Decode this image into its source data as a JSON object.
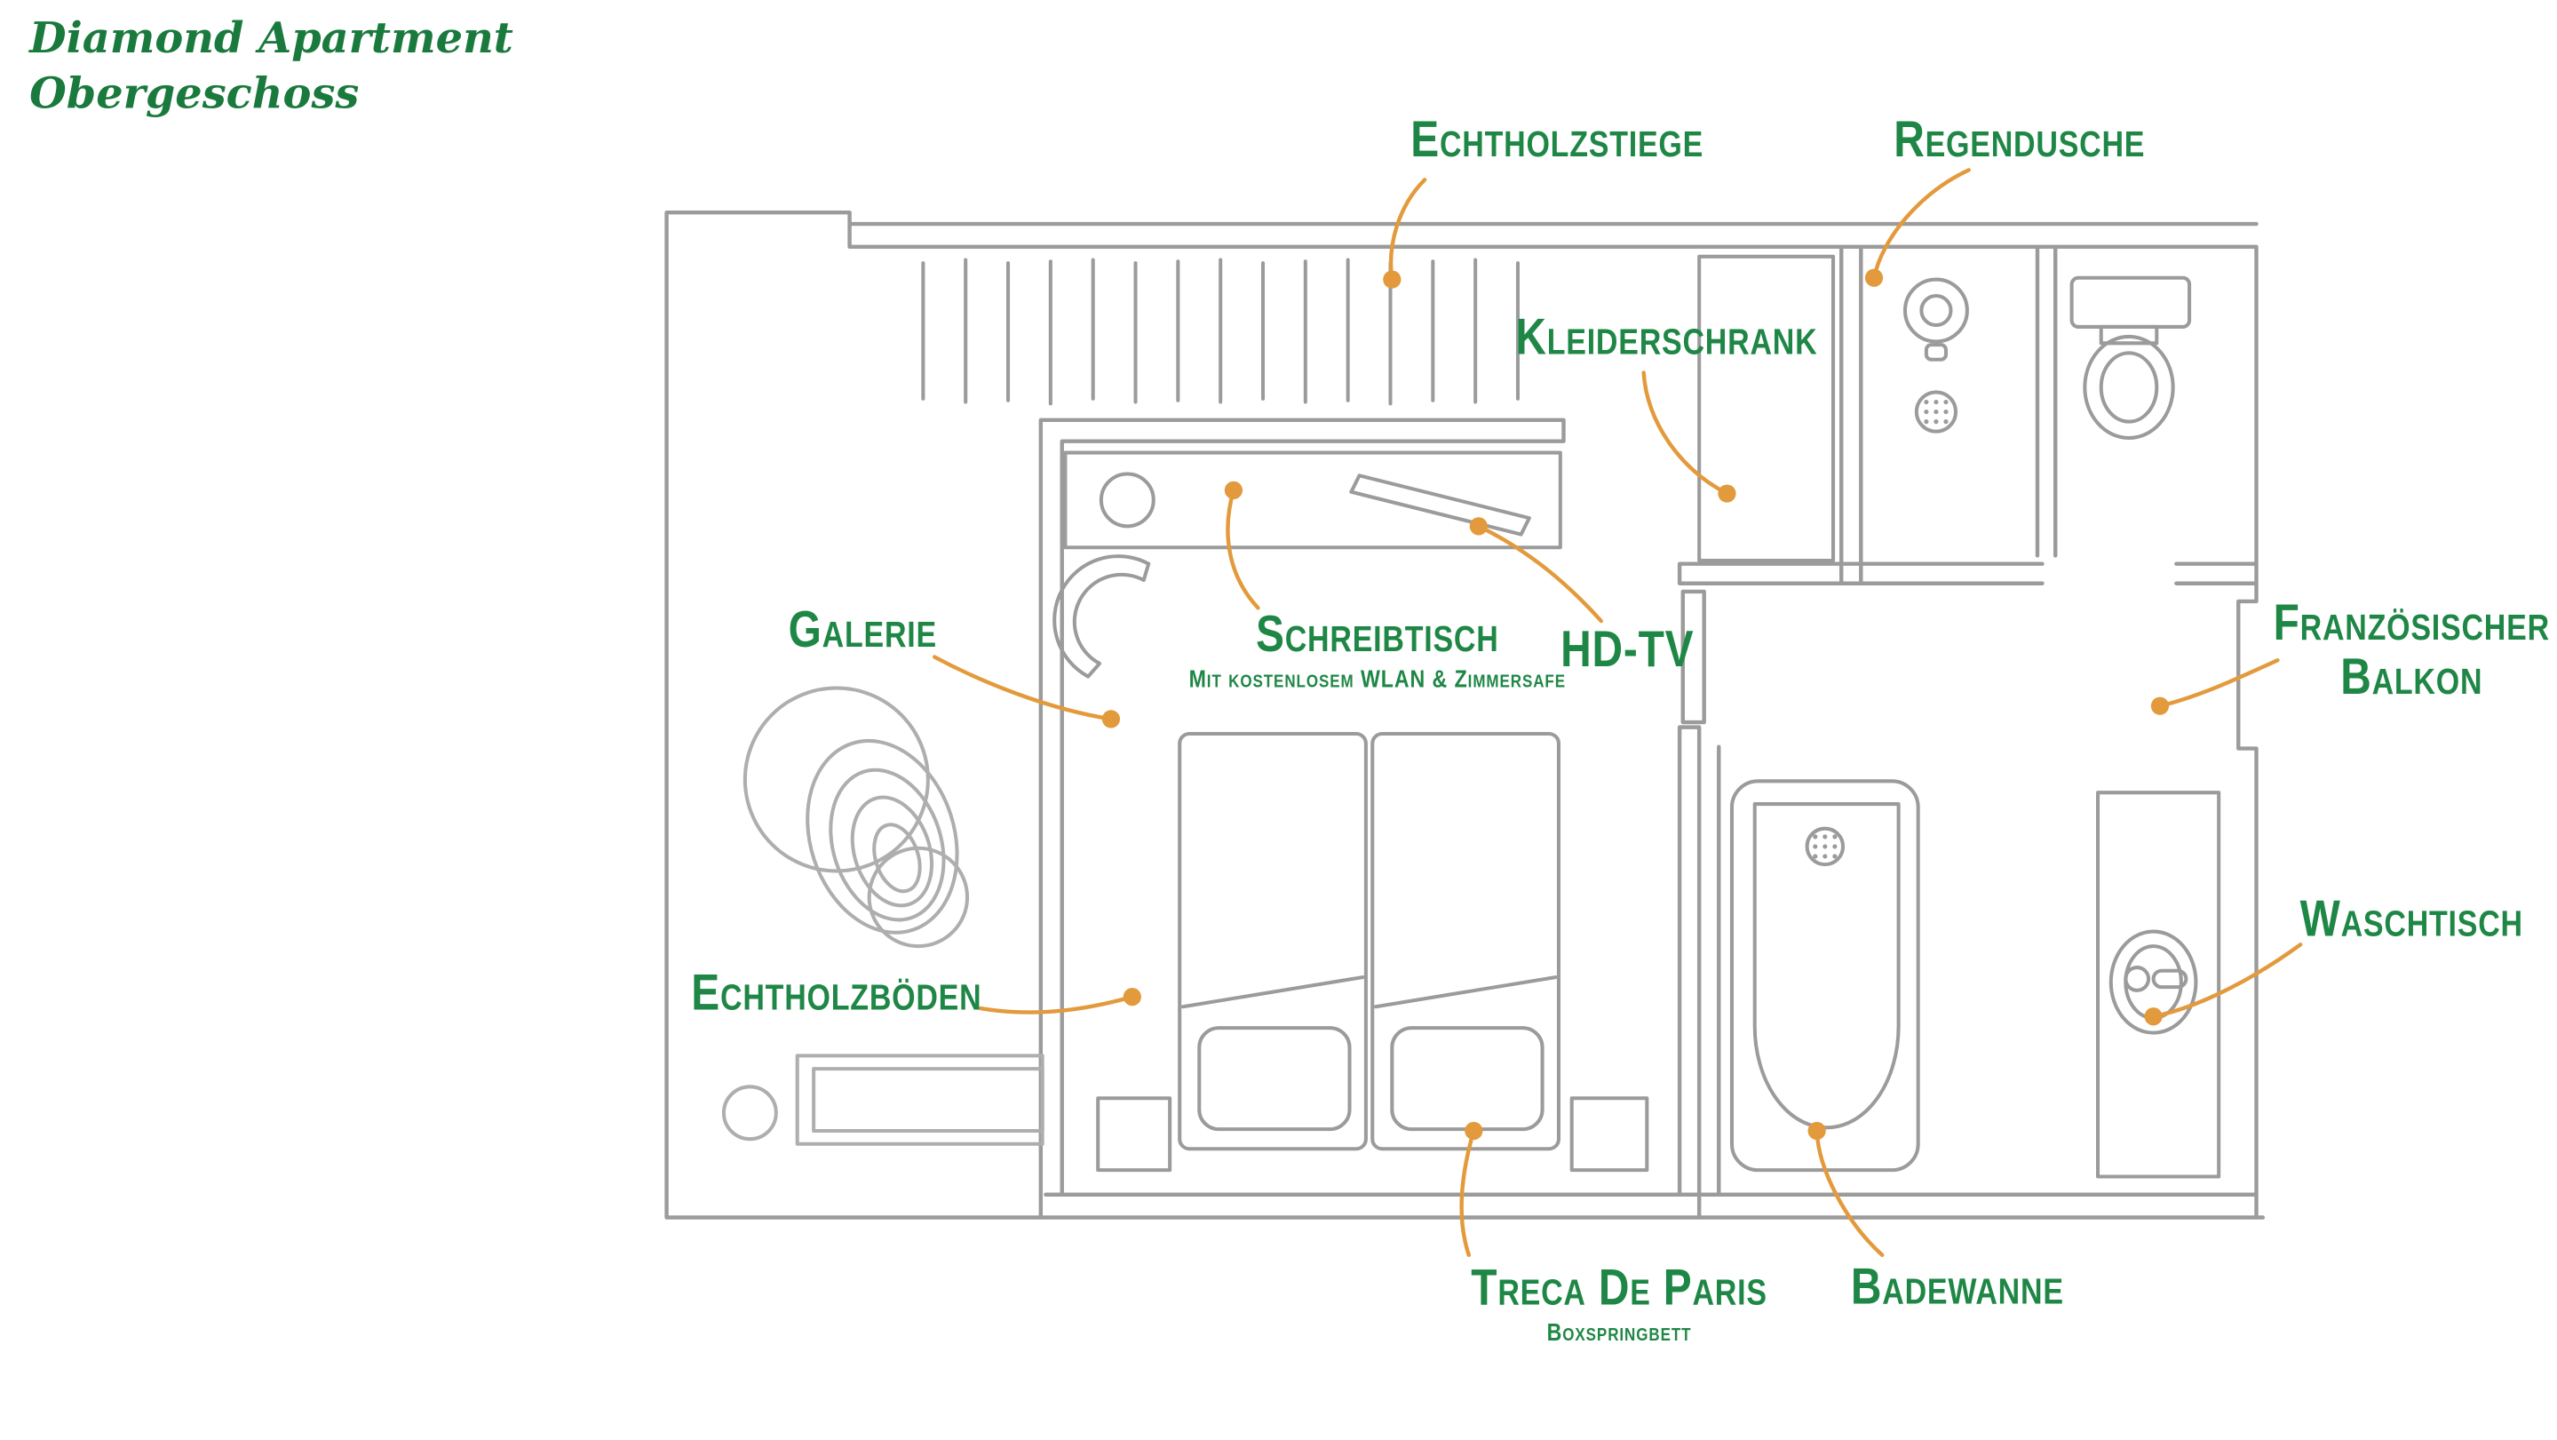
{
  "page": {
    "title_line1": "Diamond Apartment",
    "title_line2": "Obergeschoss"
  },
  "colors": {
    "label_green": "#1f8746",
    "title_green": "#1a7a3d",
    "annotation_orange": "#E39A3C",
    "plan_gray": "#9b9b9b"
  },
  "labels": {
    "echtholzstiege": {
      "text": "Echtholzstiege"
    },
    "regendusche": {
      "text": "Regendusche"
    },
    "kleiderschrank": {
      "text": "Kleiderschrank"
    },
    "galerie": {
      "text": "Galerie"
    },
    "schreibtisch": {
      "text": "Schreibtisch",
      "subtitle": "Mit kostenlosem WLAN & Zimmersafe"
    },
    "hdtv": {
      "text": "HD-TV"
    },
    "franzoesischer_balkon": {
      "line1": "Französischer",
      "line2": "Balkon"
    },
    "waschtisch": {
      "text": "Waschtisch"
    },
    "echtholzboeden": {
      "text": "Echtholzböden"
    },
    "treca": {
      "text": "Treca De Paris",
      "subtitle": "Boxspringbett"
    },
    "badewanne": {
      "text": "Badewanne"
    }
  }
}
